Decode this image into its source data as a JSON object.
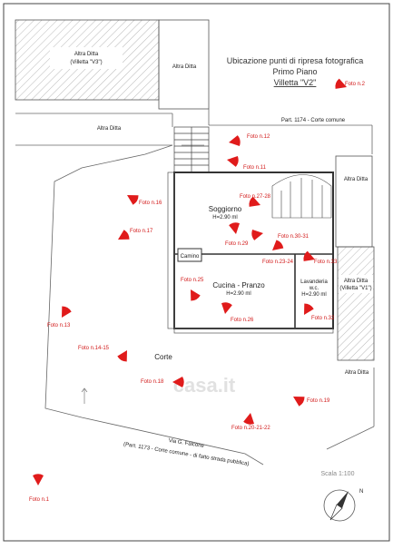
{
  "title": {
    "line1": "Ubicazione punti di ripresa fotografica",
    "line2": "Primo Piano",
    "line3": "Villetta \"V2\""
  },
  "buildings": {
    "altra_ditta_v3_line1": "Altra Ditta",
    "altra_ditta_v3_line2": "(Villetta \"V3\")",
    "altra_ditta_top": "Altra Ditta",
    "altra_ditta_left": "Altra Ditta",
    "altra_ditta_right_top": "Altra Ditta",
    "altra_ditta_v1_line1": "Altra Ditta",
    "altra_ditta_v1_line2": "(Villetta \"V1\")",
    "altra_ditta_right_bottom": "Altra Ditta"
  },
  "parcels": {
    "part_1174": "Part. 1174 - Corte comune",
    "part_1173": "(Part. 1173 - Corte comune - di fatto strada pubblica)",
    "street": "Via G. Falcone",
    "corte": "Corte"
  },
  "rooms": {
    "soggiorno": "Soggiorno",
    "soggiorno_h": "H=2.90 ml",
    "cucina": "Cucina - Pranzo",
    "cucina_h": "H=2.90 ml",
    "lavanderia_line1": "Lavanderia",
    "lavanderia_line2": "w.c.",
    "lavanderia_h": "H=2.90 ml",
    "camino": "Camino"
  },
  "photos": [
    {
      "label": "Foto n.1"
    },
    {
      "label": "Foto n.2"
    },
    {
      "label": "Foto n.11"
    },
    {
      "label": "Foto n.12"
    },
    {
      "label": "Foto n.13"
    },
    {
      "label": "Foto n.14-15"
    },
    {
      "label": "Foto n.16"
    },
    {
      "label": "Foto n.17"
    },
    {
      "label": "Foto n.18"
    },
    {
      "label": "Foto n.19"
    },
    {
      "label": "Foto n.20-21-22"
    },
    {
      "label": "Foto n.23-24"
    },
    {
      "label": "Foto n.25"
    },
    {
      "label": "Foto n.26"
    },
    {
      "label": "Foto n.27-28"
    },
    {
      "label": "Foto n.29"
    },
    {
      "label": "Foto n.30-31"
    },
    {
      "label": "Foto n.32"
    },
    {
      "label": "Foto n.33"
    }
  ],
  "scale": "Scala 1:100",
  "north": "N",
  "watermark": "casa.it",
  "colors": {
    "marker": "#e01b1b",
    "label": "#d21a1a",
    "wall": "#333333"
  }
}
